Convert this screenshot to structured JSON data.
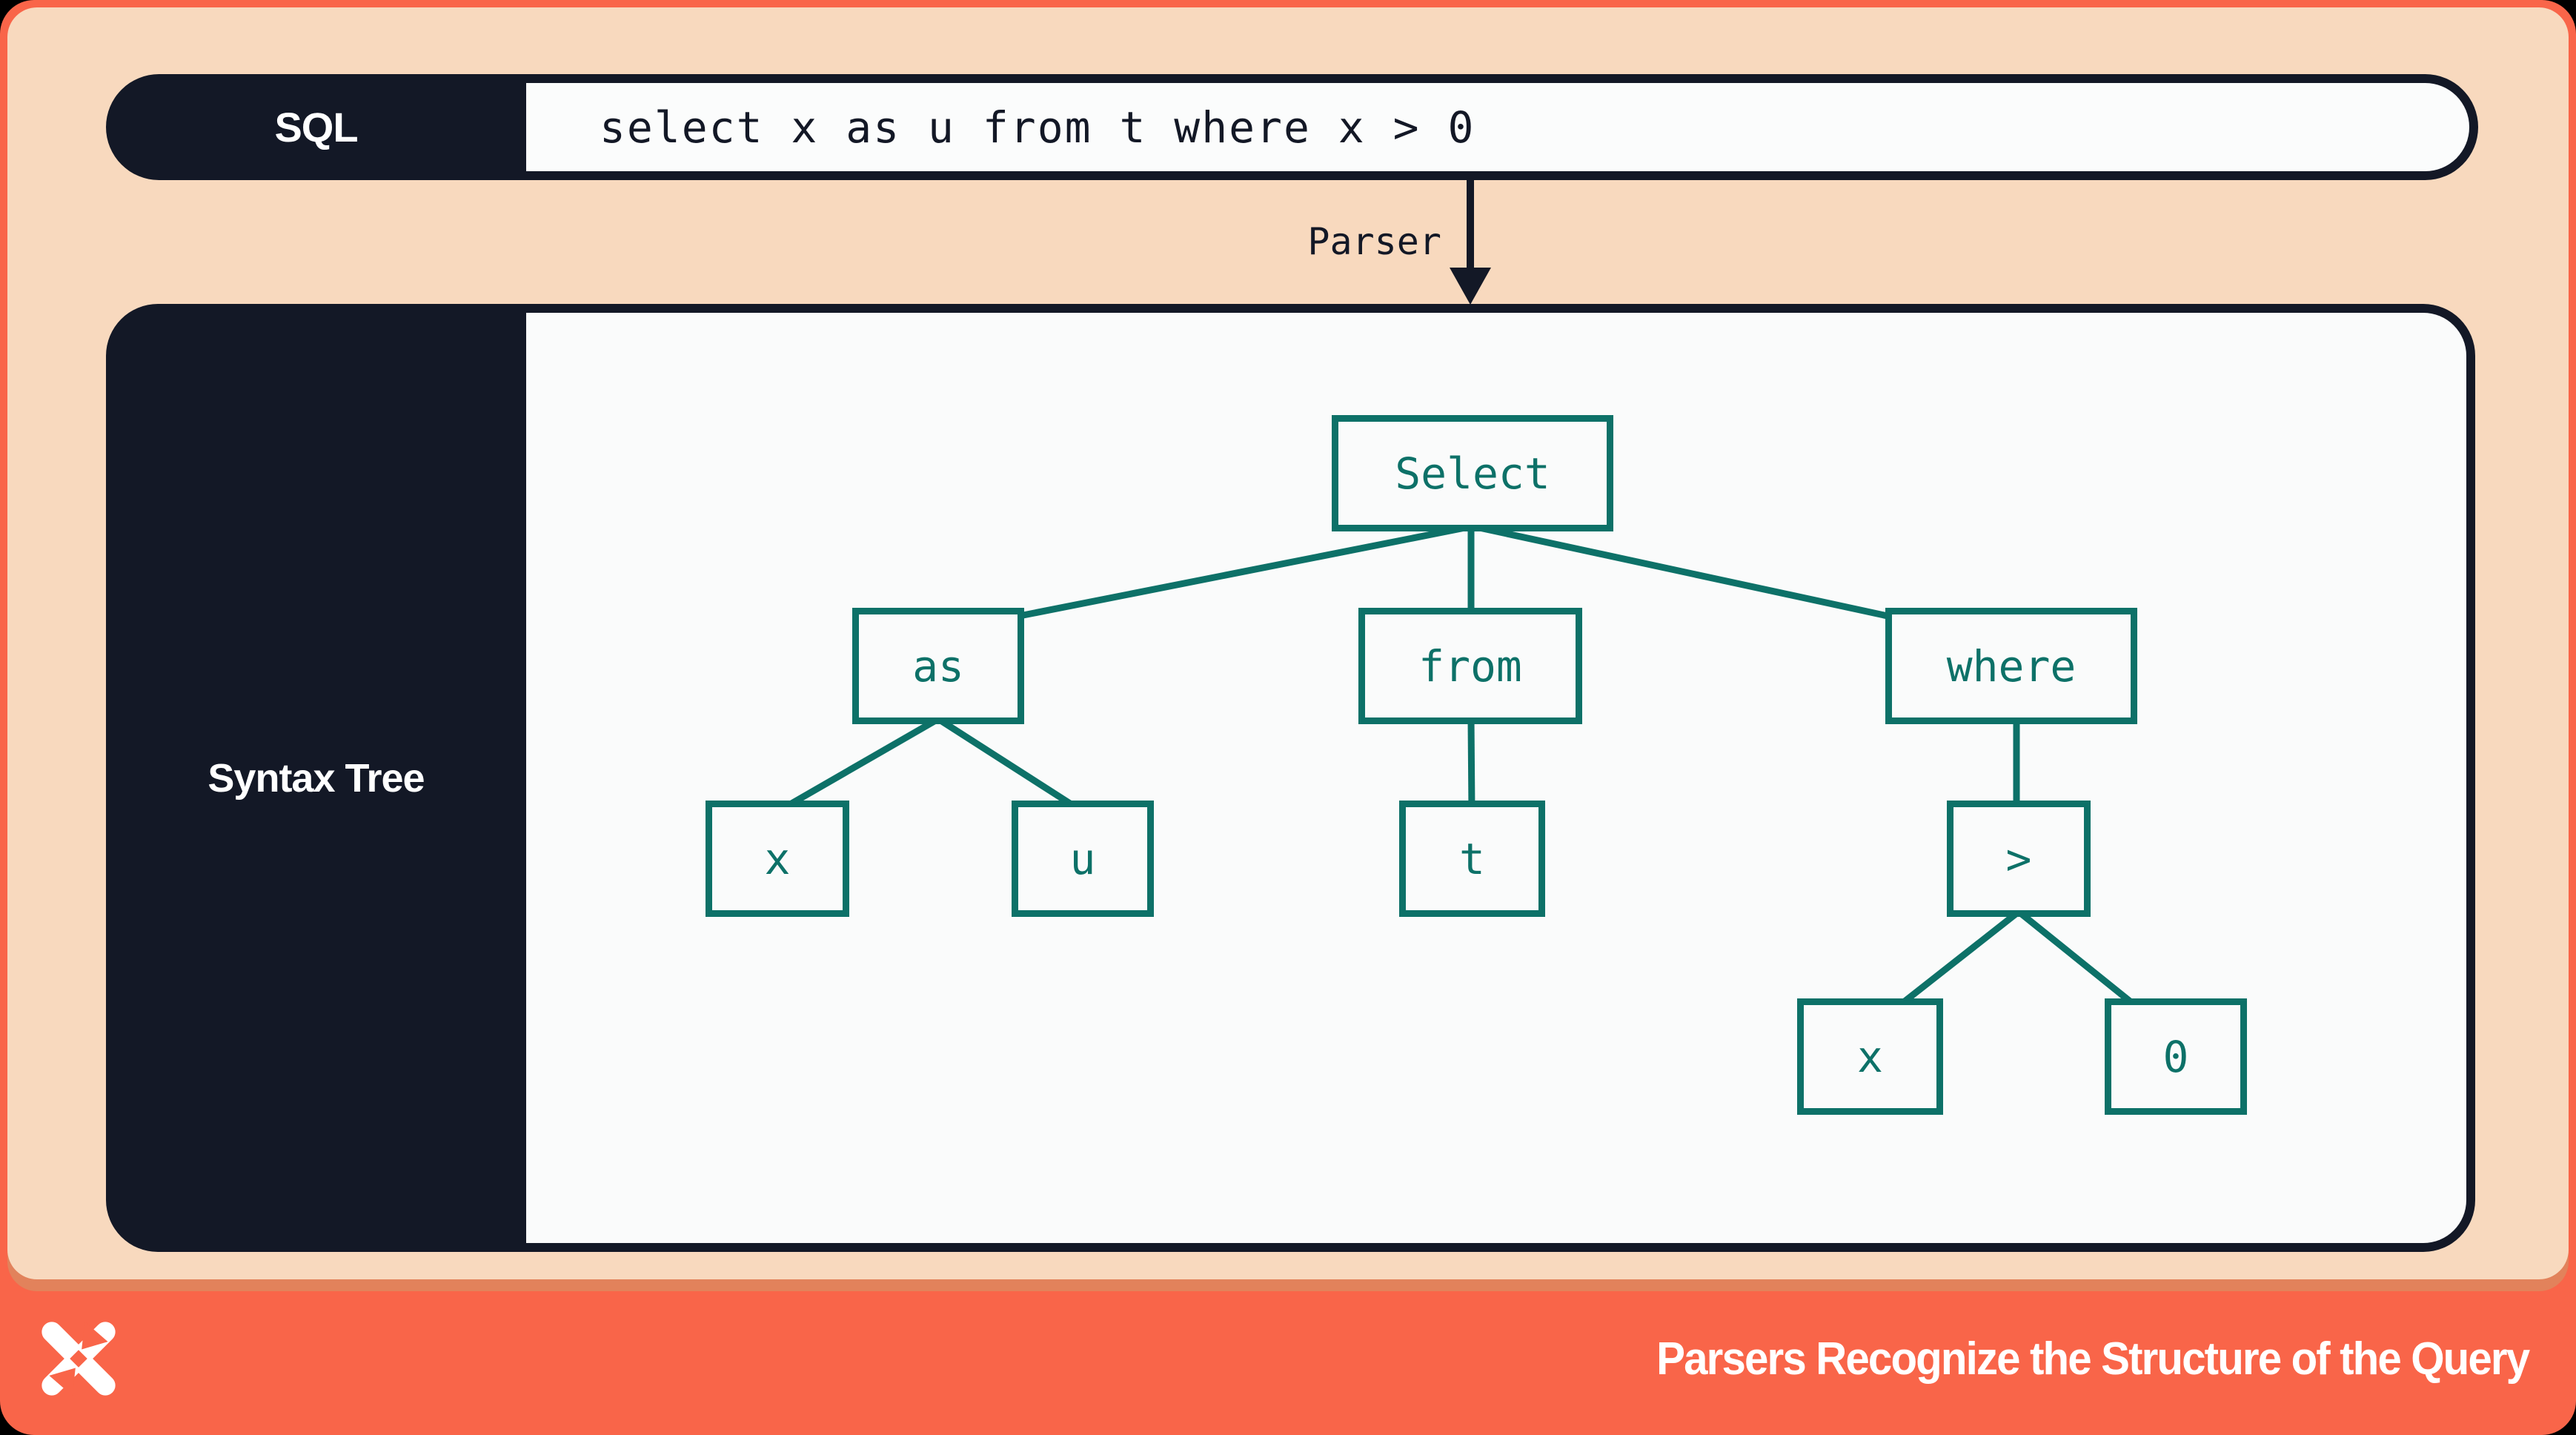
{
  "sql_bar": {
    "label": "SQL",
    "query": "select x as u from t where x > 0"
  },
  "parser": {
    "label": "Parser"
  },
  "syntax_tree": {
    "panel_label": "Syntax Tree",
    "nodes": [
      {
        "id": "select",
        "label": "Select"
      },
      {
        "id": "as",
        "label": "as"
      },
      {
        "id": "from",
        "label": "from"
      },
      {
        "id": "where",
        "label": "where"
      },
      {
        "id": "x-under-as",
        "label": "x"
      },
      {
        "id": "u",
        "label": "u"
      },
      {
        "id": "t",
        "label": "t"
      },
      {
        "id": "gt",
        "label": ">"
      },
      {
        "id": "x-under-gt",
        "label": "x"
      },
      {
        "id": "zero",
        "label": "0"
      }
    ],
    "edges": [
      [
        "select",
        "as"
      ],
      [
        "select",
        "from"
      ],
      [
        "select",
        "where"
      ],
      [
        "as",
        "x-under-as"
      ],
      [
        "as",
        "u"
      ],
      [
        "from",
        "t"
      ],
      [
        "where",
        "gt"
      ],
      [
        "gt",
        "x-under-gt"
      ],
      [
        "gt",
        "zero"
      ]
    ]
  },
  "footer": {
    "title": "Parsers Recognize the Structure of the Query",
    "logo": "x-logo"
  },
  "colors": {
    "orange": "#F96549",
    "peach": "#F8D9BE",
    "navy": "#131826",
    "teal": "#0D7168",
    "panel_white": "#FAFBFB",
    "peach_shadow": "#E2825B"
  }
}
